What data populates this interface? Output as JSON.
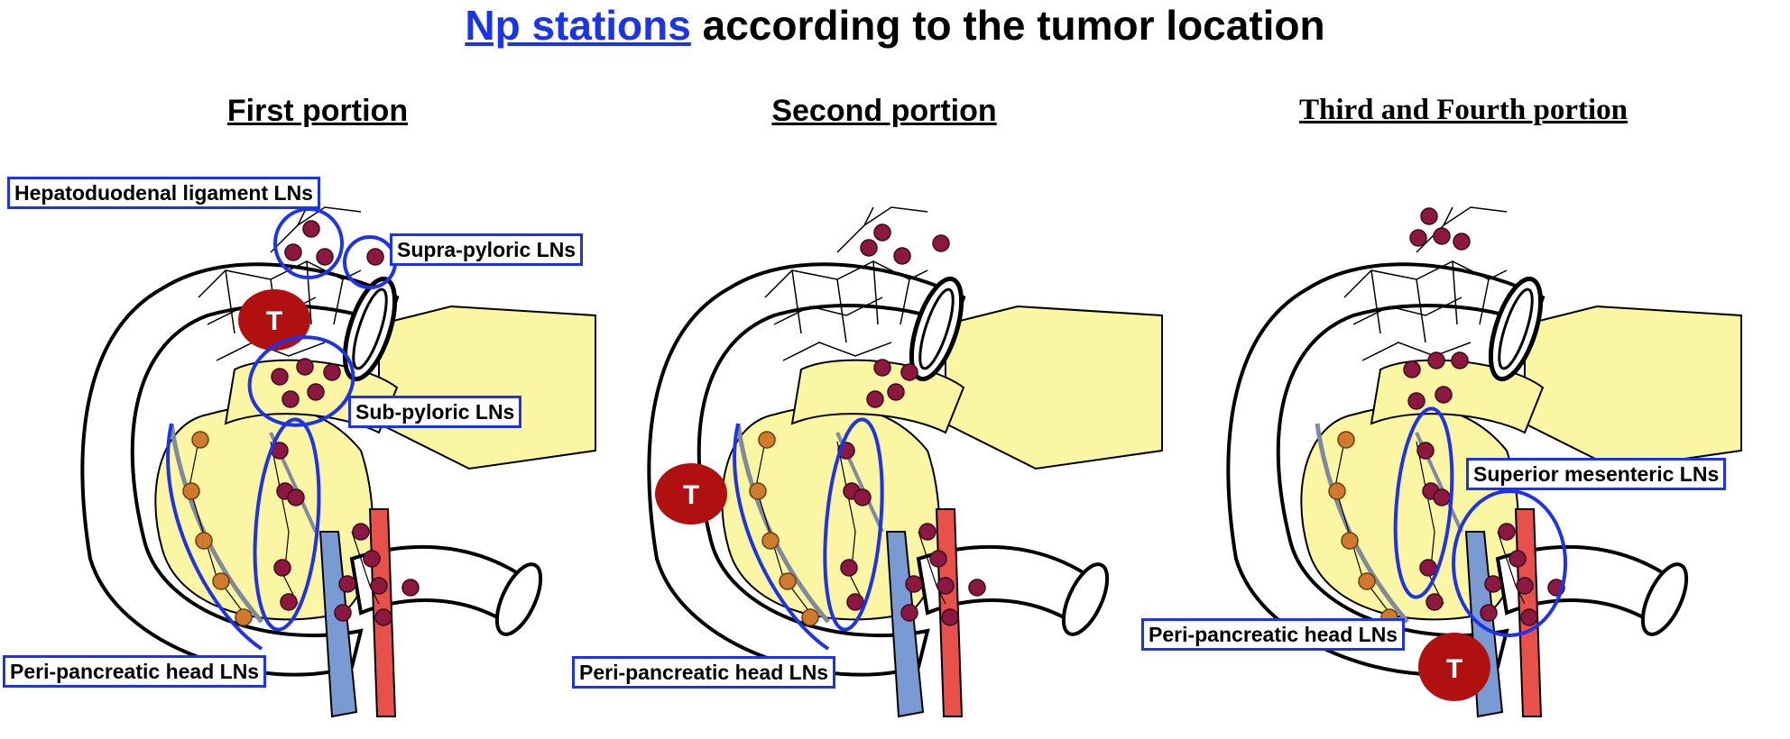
{
  "title": {
    "highlight": "Np stations",
    "rest": " according to the tumor location"
  },
  "panels": [
    {
      "title": "First portion",
      "labels": {
        "hepatoduodenal": "Hepatoduodenal ligament LNs",
        "suprapyloric": "Supra-pyloric LNs",
        "subpyloric": "Sub-pyloric LNs",
        "peripancreatic": "Peri-pancreatic head LNs"
      },
      "tumor": "T"
    },
    {
      "title": "Second portion",
      "labels": {
        "peripancreatic": "Peri-pancreatic head LNs"
      },
      "tumor": "T"
    },
    {
      "title": "Third and Fourth portion",
      "labels": {
        "superiormesenteric": "Superior mesenteric LNs",
        "peripancreatic": "Peri-pancreatic head LNs"
      },
      "tumor": "T"
    }
  ],
  "colors": {
    "highlight": "#1a34e6",
    "pancreas": "#fbf6a4",
    "node": "#8c1740",
    "node_orange": "#cf7a2f",
    "tumor": "#b01010",
    "vein": "#7a9ad4",
    "artery": "#e8504a",
    "circle": "#1e33e6"
  }
}
